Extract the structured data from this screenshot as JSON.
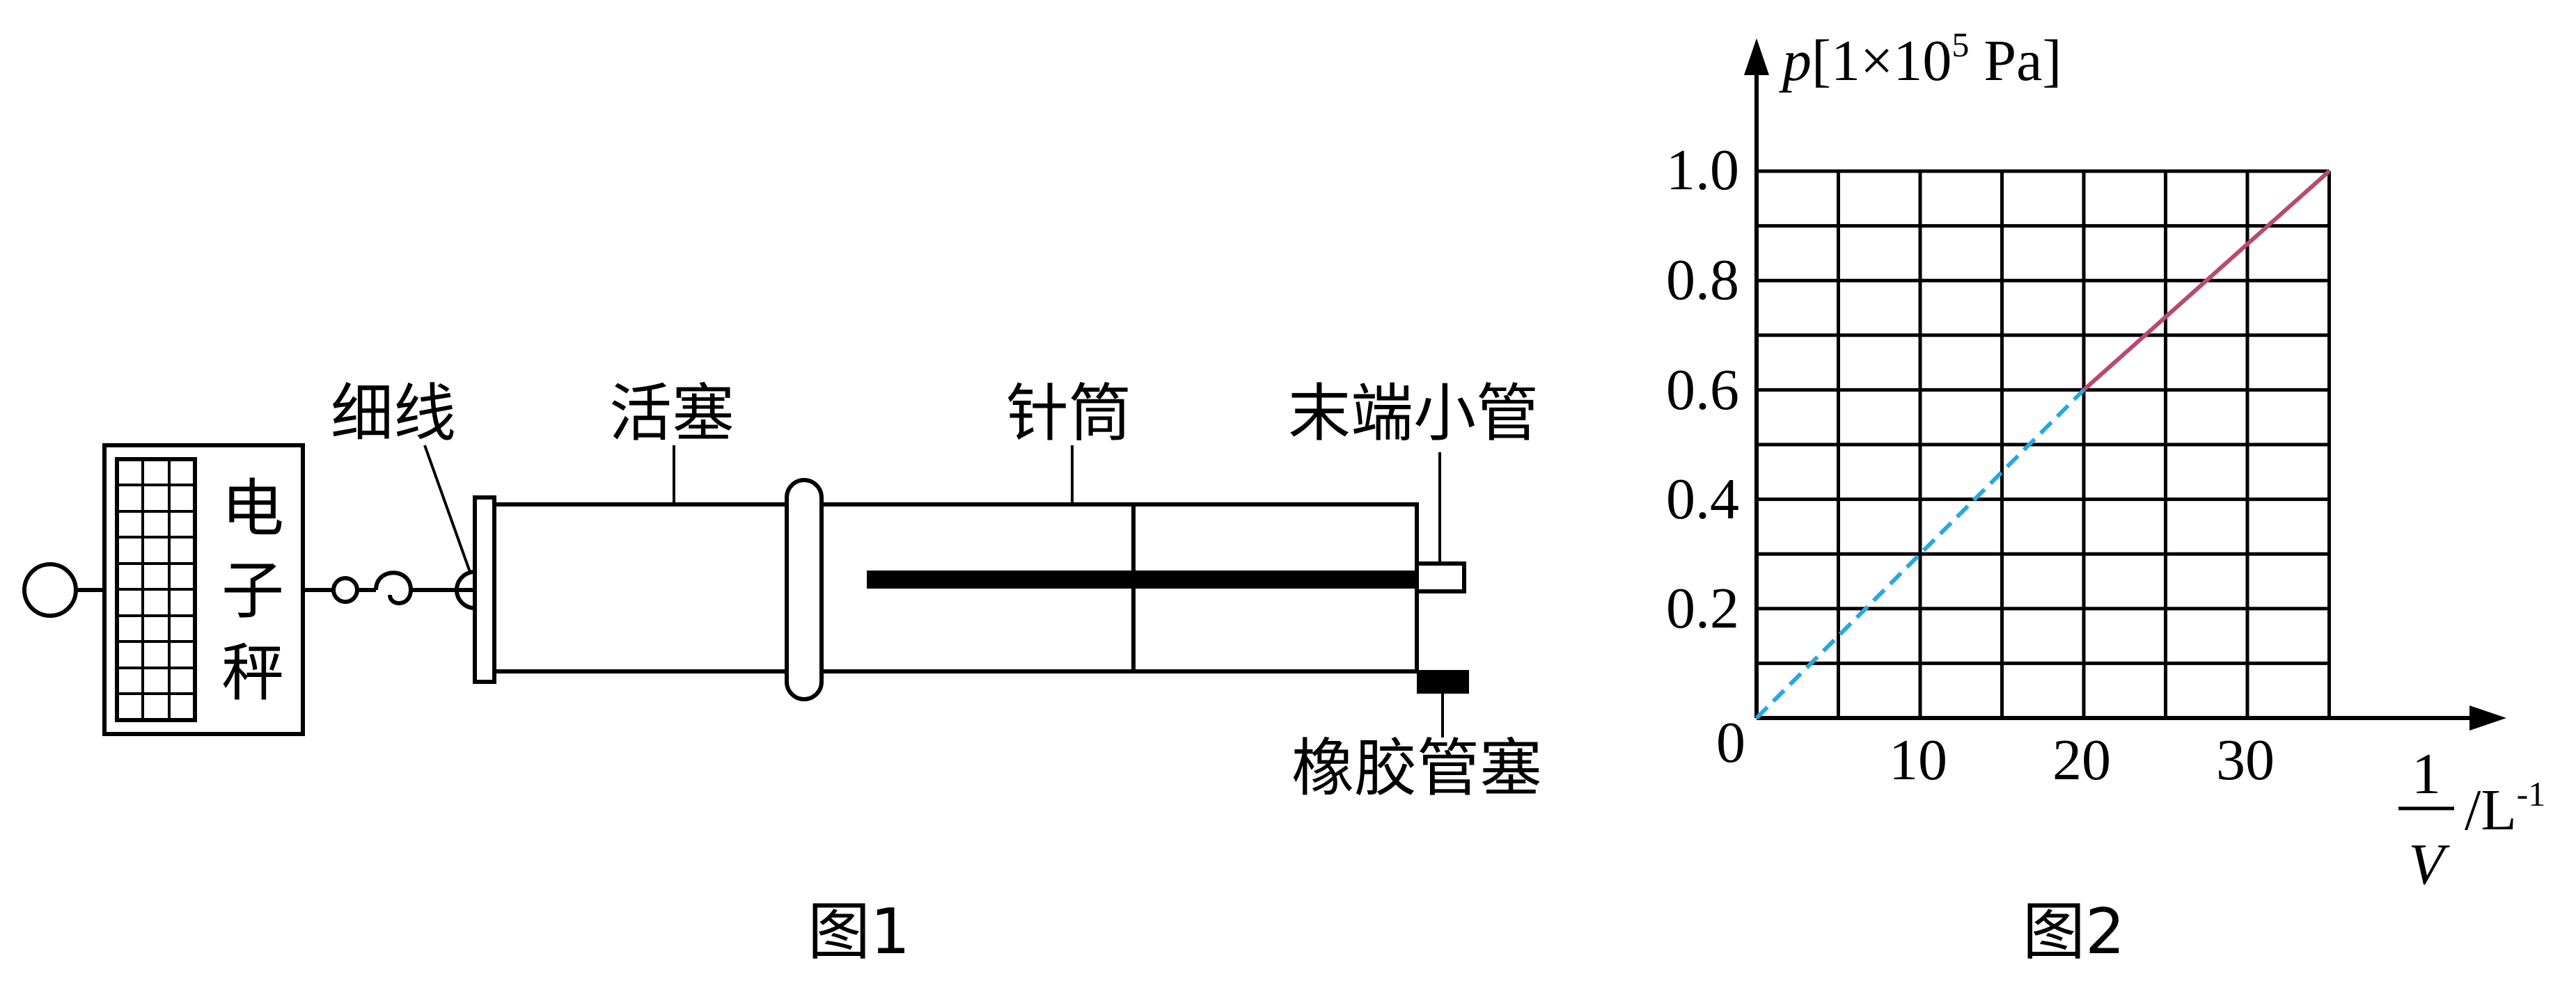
{
  "figure1": {
    "caption": "图1",
    "labels": {
      "scale_chars": [
        "电",
        "子",
        "秤"
      ],
      "thread": "细线",
      "piston": "活塞",
      "barrel": "针筒",
      "end_tube": "末端小管",
      "rubber_stopper": "橡胶管塞"
    }
  },
  "figure2": {
    "caption": "图2",
    "y_axis_label": {
      "var": "p",
      "pre": "[1×10",
      "exp": "5",
      "post": " Pa]"
    },
    "x_axis_label": {
      "num": "1",
      "den": "V",
      "unit": "/L",
      "unit_exp": "-1"
    },
    "origin_label": "0",
    "x_ticks": [
      "10",
      "20",
      "30"
    ],
    "y_ticks": [
      "0.2",
      "0.4",
      "0.6",
      "0.8",
      "1.0"
    ]
  },
  "chart_data": {
    "type": "line",
    "xlabel": "1/V /L^-1",
    "ylabel": "p [1×10^5 Pa]",
    "xlim": [
      0,
      35
    ],
    "ylim": [
      0,
      1.0
    ],
    "grid": true,
    "series": [
      {
        "style": "dashed",
        "color": "#29a8e0",
        "x": [
          0,
          20
        ],
        "y": [
          0,
          0.6
        ]
      },
      {
        "style": "solid",
        "color": "#b84a72",
        "x": [
          20,
          35
        ],
        "y": [
          0.6,
          1.0
        ]
      }
    ]
  }
}
